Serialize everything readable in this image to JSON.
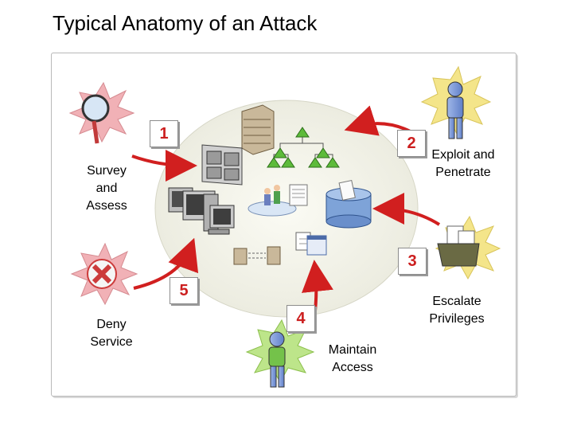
{
  "title": "Typical Anatomy of an Attack",
  "steps": [
    {
      "number": "1",
      "label": "Survey and Assess",
      "label_lines": [
        "Survey",
        "and",
        "Assess"
      ]
    },
    {
      "number": "2",
      "label": "Exploit and Penetrate",
      "label_lines": [
        "Exploit and",
        "Penetrate"
      ]
    },
    {
      "number": "3",
      "label": "Escalate Privileges",
      "label_lines": [
        "Escalate",
        "Privileges"
      ]
    },
    {
      "number": "4",
      "label": "Maintain Access",
      "label_lines": [
        "Maintain",
        "Access"
      ]
    },
    {
      "number": "5",
      "label": "Deny Service",
      "label_lines": [
        "Deny",
        "Service"
      ]
    }
  ],
  "colors": {
    "arrow": "#d11f1f",
    "step_number": "#cc1f1f",
    "center_circle": "#f3f3e7"
  }
}
